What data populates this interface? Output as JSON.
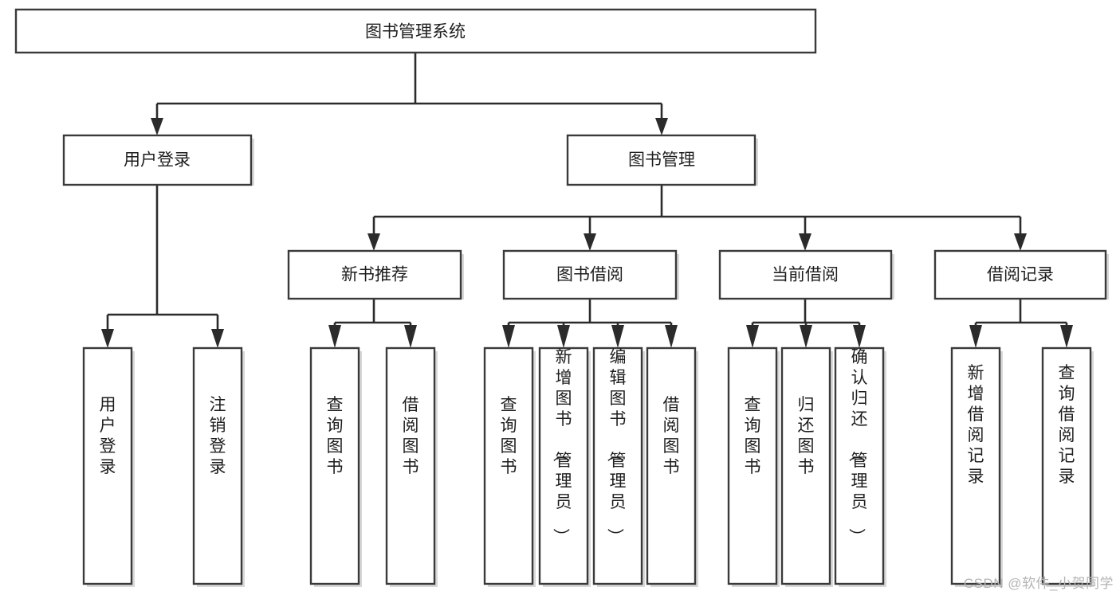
{
  "diagram": {
    "title": "图书管理系统",
    "type": "tree-hierarchy-chart",
    "watermark": "CSDN @软件_小贺同学",
    "colors": {
      "box_fill": "#ffffff",
      "box_stroke": "#3a3a3a",
      "connector": "#2b2b2b",
      "text": "#1d1d1d",
      "watermark": "#b4b4b4",
      "background": "#ffffff"
    },
    "nodes": {
      "root": {
        "label": "图书管理系统"
      },
      "level2": [
        {
          "label": "用户登录"
        },
        {
          "label": "图书管理"
        }
      ],
      "level3": [
        {
          "label": "新书推荐"
        },
        {
          "label": "图书借阅"
        },
        {
          "label": "当前借阅"
        },
        {
          "label": "借阅记录"
        }
      ],
      "leaves_user_login": [
        {
          "label": "用户登录"
        },
        {
          "label": "注销登录"
        }
      ],
      "leaves_new_book": [
        {
          "label": "查询图书"
        },
        {
          "label": "借阅图书"
        }
      ],
      "leaves_borrow": [
        {
          "label": "查询图书"
        },
        {
          "label": "新增图书（管理员）"
        },
        {
          "label": "编辑图书（管理员）"
        },
        {
          "label": "借阅图书"
        }
      ],
      "leaves_current": [
        {
          "label": "查询图书"
        },
        {
          "label": "归还图书"
        },
        {
          "label": "确认归还（管理员）"
        }
      ],
      "leaves_records": [
        {
          "label": "新增借阅记录"
        },
        {
          "label": "查询借阅记录"
        }
      ]
    }
  }
}
